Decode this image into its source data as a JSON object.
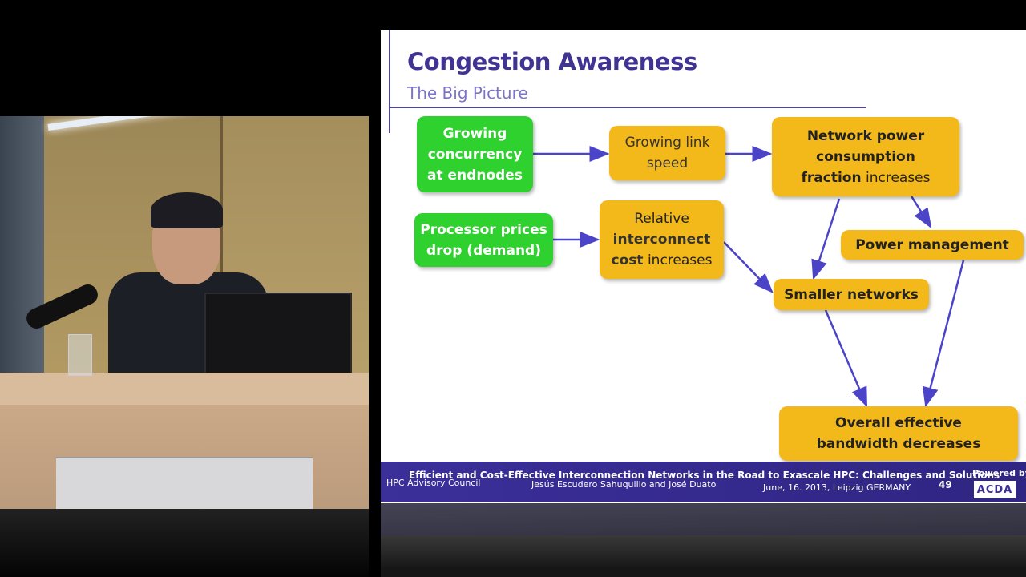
{
  "slide": {
    "title": "Congestion Awareness",
    "subtitle": "The Big Picture",
    "nodes": {
      "growing": "Growing\nconcurrency\nat endnodes",
      "link_speed": "Growing link\nspeed",
      "network_power_1": "Network power\nconsumption\nfraction",
      "network_power_2": " increases",
      "processor": "Processor prices\ndrop (demand)",
      "relative_1": "Relative\n",
      "relative_2": "interconnect\ncost",
      "relative_3": " increases",
      "power_mgmt": "Power management",
      "smaller": "Smaller networks",
      "overall": "Overall effective\nbandwidth decreases"
    }
  },
  "footer": {
    "title": "Efficient and Cost-Effective Interconnection Networks in the Road to Exascale HPC: Challenges and Solutions",
    "org": "HPC Advisory Council",
    "authors": "Jesús Escudero Sahuquillo and José Duato",
    "date": "June, 16. 2013, Leipzig GERMANY",
    "page": "49",
    "powered": "Powered by:",
    "logo": "ACDA"
  },
  "colors": {
    "title": "#3f3394",
    "subtitle": "#7b74c8",
    "green": "#2fd12f",
    "amber": "#f3b81a",
    "arrow": "#4b44c8",
    "footer": "#3b2f9a"
  }
}
